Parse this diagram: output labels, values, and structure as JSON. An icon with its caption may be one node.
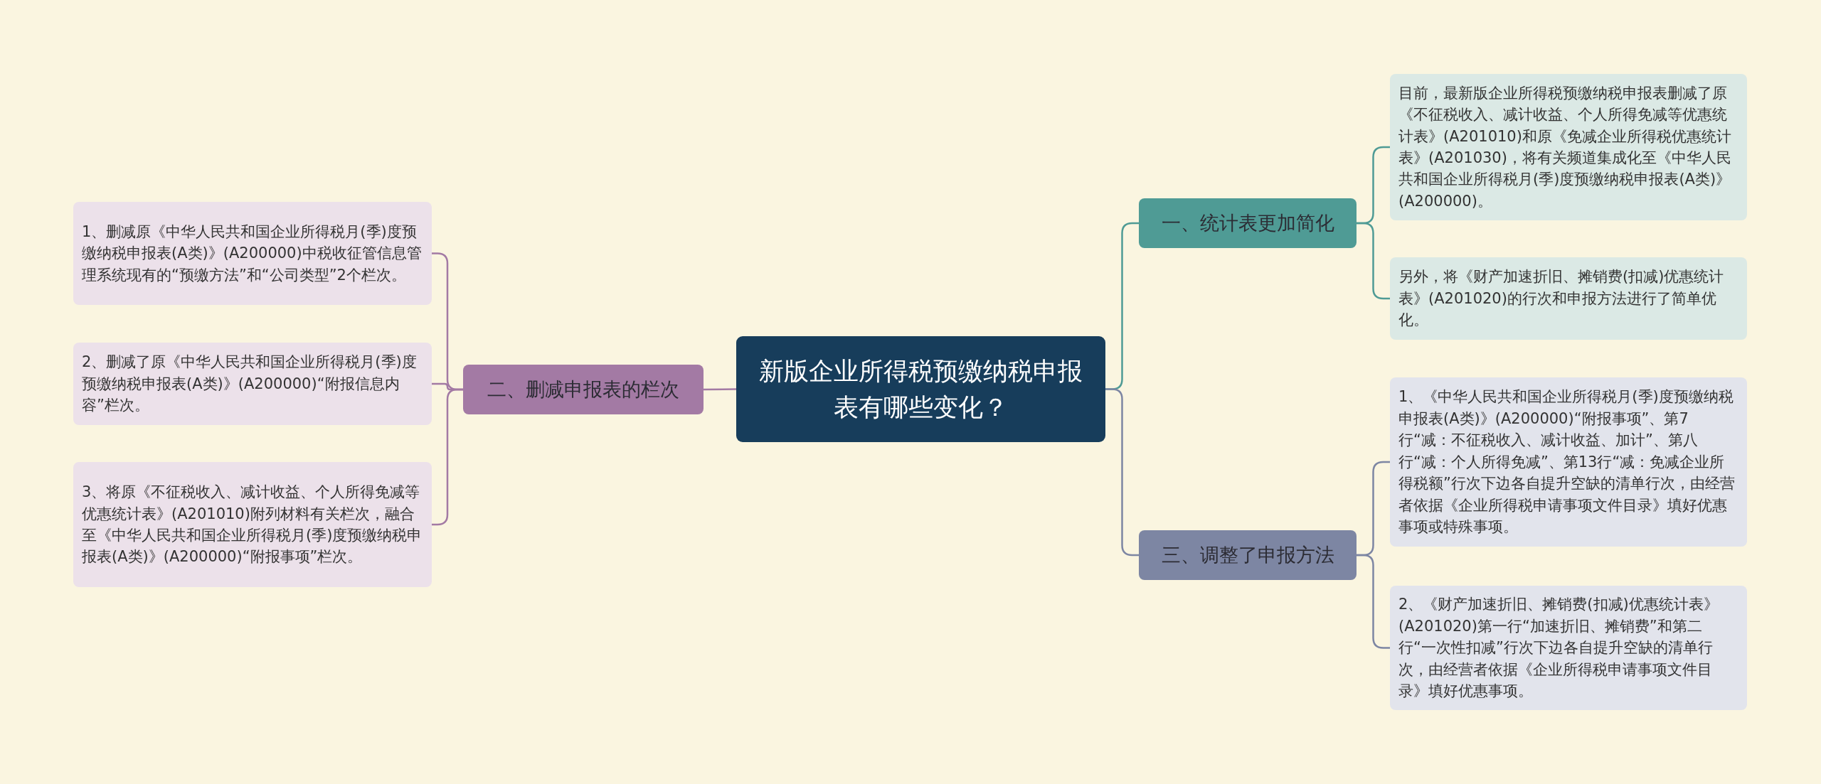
{
  "diagram": {
    "nodes": [
      {
        "text": [
          "新版企业所得税预缴纳税申报表有哪些变化？"
        ]
      },
      {
        "text": [
          "一、统计表更加简化"
        ]
      },
      {
        "text": [
          "目前，最新版企业所得税预缴纳税申报表删减了原《不征税收入、减计收益、个人所得免减等优惠统计表》(A201010)和原《免减企业所得税优惠统计表》(A201030)，将有关频道集成化至《中华人民共和国企业所得税月(季)度预缴纳税申报表(A类)》(A200000)。"
        ]
      },
      {
        "text": [
          "另外，将《财产加速折旧、摊销费(扣减)优惠统计表》(A201020)的行次和申报方法进行了简单优化。"
        ]
      },
      {
        "text": [
          "二、删减申报表的栏次"
        ]
      },
      {
        "text": [
          "1、删减原《中华人民共和国企业所得税月(季)度预缴纳税申报表(A类)》(A200000)中税收征管信息管理系统现有的“预缴方法”和“公司类型”2个栏次。"
        ]
      },
      {
        "text": [
          "2、删减了原《中华人民共和国企业所得税月(季)度预缴纳税申报表(A类)》(A200000)“附报信息内容”栏次。"
        ]
      },
      {
        "text": [
          "3、将原《不征税收入、减计收益、个人所得免减等优惠统计表》(A201010)附列材料有关栏次，融合至《中华人民共和国企业所得税月(季)度预缴纳税申报表(A类)》(A200000)“附报事项”栏次。"
        ]
      },
      {
        "text": [
          "三、调整了申报方法"
        ]
      },
      {
        "text": [
          "1、《中华人民共和国企业所得税月(季)度预缴纳税申报表(A类)》(A200000)“附报事项”、第7行“减：不征税收入、减计收益、加计”、第八行“减：个人所得免减”、第13行“减：免减企业所得税额”行次下边各自提升空缺的清单行次，由经营者依据《企业所得税申请事项文件目录》填好优惠事项或特殊事项。"
        ]
      },
      {
        "text": [
          "2、《财产加速折旧、摊销费(扣减)优惠统计表》(A201020)第一行“加速折旧、摊销费”和第二行“一次性扣减”行次下边各自提升空缺的清单行次，由经营者依据《企业所得税申请事项文件目录》填好优惠事项。"
        ]
      }
    ],
    "edges": [
      {
        "from": 0,
        "to": 1,
        "arrow": "none",
        "color": "#4f9b95"
      },
      {
        "from": 1,
        "to": 2,
        "arrow": "none",
        "color": "#4f9b95"
      },
      {
        "from": 1,
        "to": 3,
        "arrow": "none",
        "color": "#4f9b95"
      },
      {
        "from": 0,
        "to": 4,
        "arrow": "none",
        "color": "#a37aa4"
      },
      {
        "from": 4,
        "to": 5,
        "arrow": "none",
        "color": "#a37aa4"
      },
      {
        "from": 4,
        "to": 6,
        "arrow": "none",
        "color": "#a37aa4"
      },
      {
        "from": 4,
        "to": 7,
        "arrow": "none",
        "color": "#a37aa4"
      },
      {
        "from": 0,
        "to": 8,
        "arrow": "none",
        "color": "#7d86a3"
      },
      {
        "from": 8,
        "to": 9,
        "arrow": "none",
        "color": "#7d86a3"
      },
      {
        "from": 8,
        "to": 10,
        "arrow": "none",
        "color": "#7d86a3"
      }
    ]
  }
}
